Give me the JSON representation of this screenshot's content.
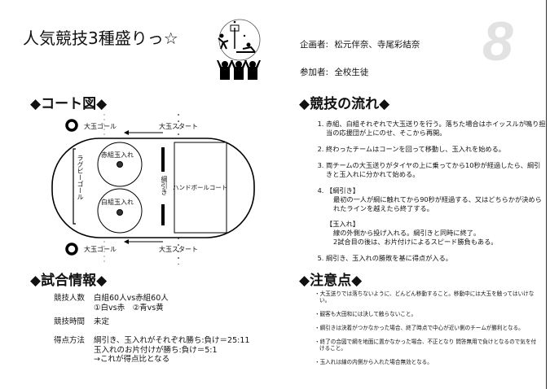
{
  "header": {
    "title": "人気競技3種盛りっ☆",
    "planner_label": "企画者:",
    "planners": "松元伴奈、寺尾彩結奈",
    "participants_label": "参加者:",
    "participants": "全校生徒",
    "page_number": "8"
  },
  "court": {
    "heading": "◆コート図◆",
    "goal_top": "大玉ゴール",
    "goal_bottom": "大玉ゴール",
    "start_top": "大玉スタート",
    "start_bottom": "大玉スタート",
    "red_basket": "赤組玉入れ",
    "white_basket": "白組玉入れ",
    "rugby_goal": "ラグビーゴール",
    "tug_of_war": "綱引き",
    "handball_court": "ハンドボールコート"
  },
  "flow": {
    "heading": "◆競技の流れ◆",
    "items": [
      {
        "text": "赤組、白組それぞれで大玉送りを行う。落ちた場合はホイッスルが鳴り担当の応援団が上にのせ、そこから再開。"
      },
      {
        "text": "終わったチームはコーンを回って移動し、玉入れを始める。"
      },
      {
        "text": "両チームの大玉送りがタイヤの上に乗ってから10秒が経過したら、綱引きと玉入れに分かれて始める。"
      },
      {
        "sub1_title": "【綱引き】",
        "sub1_text": "最初の一人が綱に触れてから90秒が経過する、又はどちらかが決められたラインを越えたら終了する。",
        "sub2_title": "【玉入れ】",
        "sub2_line1": "線の外側から投げ入れる。綱引きと同時に終了。",
        "sub2_line2": "2試合目の後は、お片付けによるスピード勝負もある。"
      },
      {
        "text": "綱引き、玉入れの勝敗を基に得点が入る。"
      }
    ]
  },
  "match_info": {
    "heading": "◆試合情報◆",
    "players_label": "競技人数",
    "players_line1": "白組60人vs赤組60人",
    "players_line2": "①白vs赤　②青vs黄",
    "time_label": "競技時間",
    "time_value": "未定",
    "scoring_label": "得点方法",
    "scoring_line1": "綱引き、玉入れがそれぞれ勝ち:負け＝25:11",
    "scoring_line2": "玉入れのお片付けが勝ち:負け＝5:1",
    "scoring_line3": "→これが得点比となる"
  },
  "notes": {
    "heading": "◆注意点◆",
    "items": [
      "大玉送りでは落ちないように、どんどん移動すること。移動中には大玉を触ってはいけない。",
      "観客も大田和には決して触らないこと。",
      "綱引きは決着がつかなかった場合、終了時点で中心が近い側のチームが勝利となる。",
      "終了の合図で綱を地面に置かなかった場合、不正となり 問答無用で負けとなるので気を付けること。",
      "玉入れは線の内側から入れた場合無効となる。"
    ]
  }
}
